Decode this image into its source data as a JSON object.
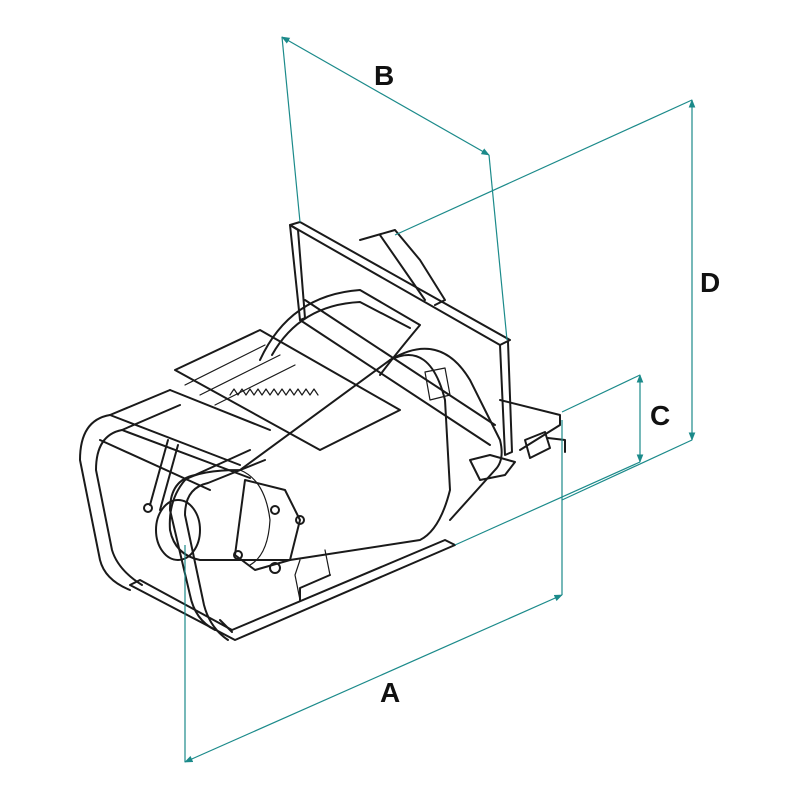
{
  "dimensions": {
    "a": "A",
    "b": "B",
    "c": "C",
    "d": "D"
  },
  "colors": {
    "dimension_line": "#1b8a8a",
    "outline": "#1a1a1a",
    "background": "#ffffff"
  }
}
